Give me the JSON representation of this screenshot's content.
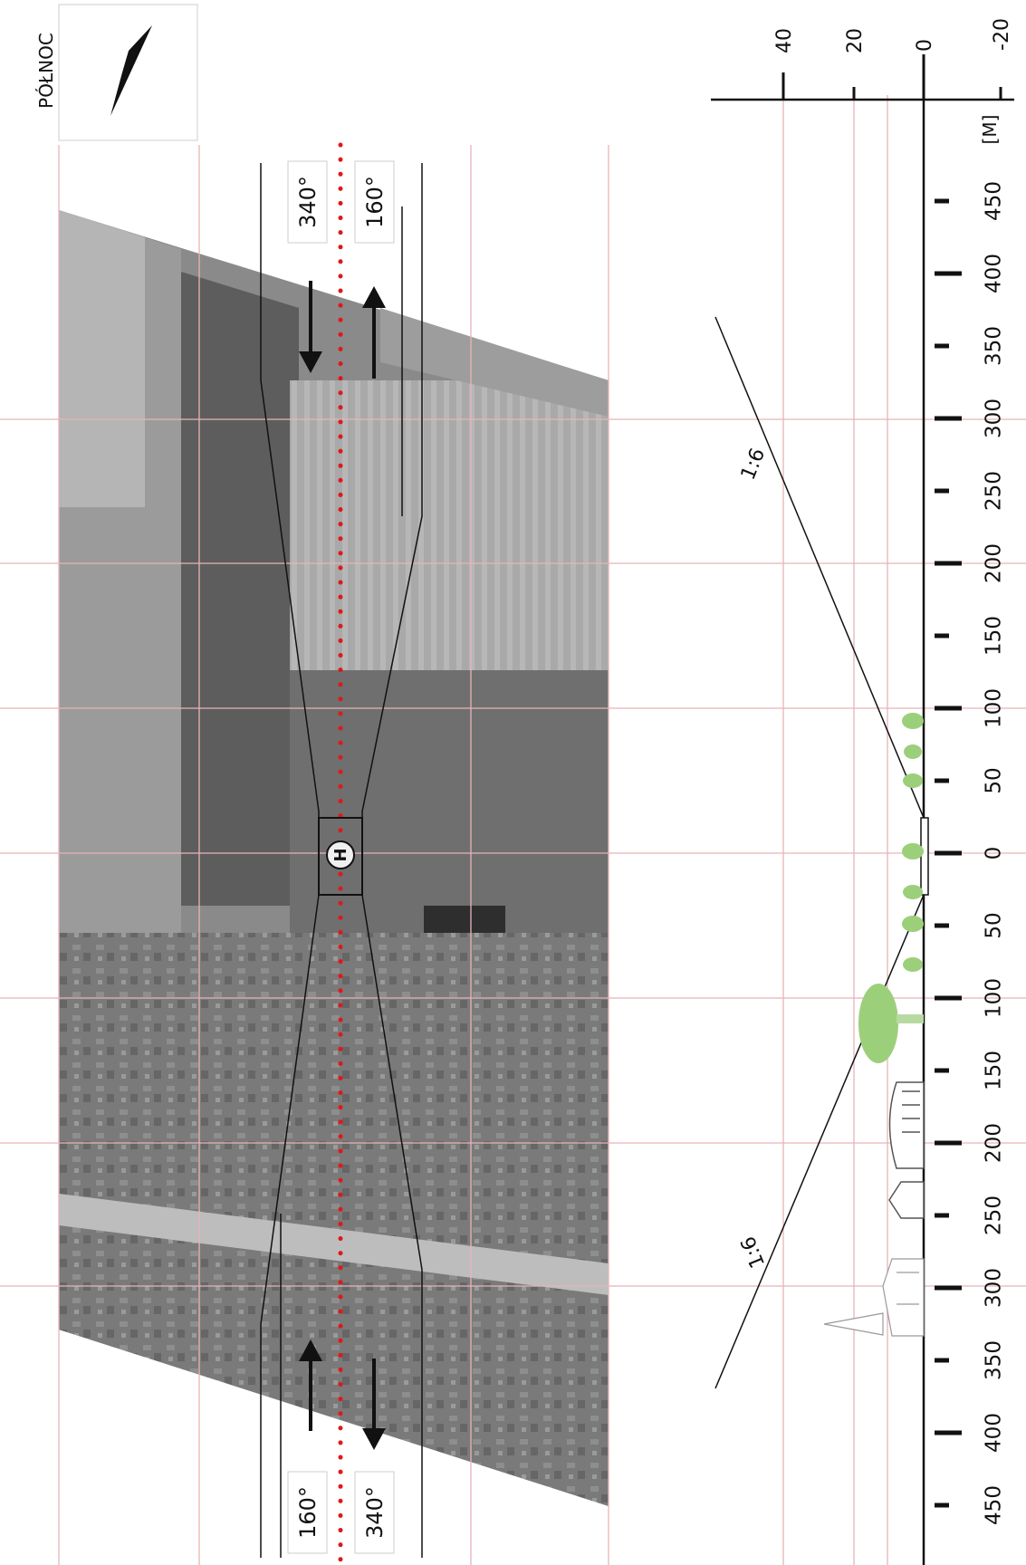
{
  "north_label": "PÓŁNOC",
  "unit_label": "[M]",
  "height_ticks": [
    "40",
    "20",
    "0",
    "-20"
  ],
  "distance_ticks": [
    "450",
    "400",
    "350",
    "300",
    "250",
    "200",
    "150",
    "100",
    "50",
    "0",
    "50",
    "100",
    "150",
    "200",
    "250",
    "300",
    "350",
    "400",
    "450"
  ],
  "bearings": {
    "top_left": "340°",
    "top_right": "160°",
    "bottom_left": "160°",
    "bottom_right": "340°"
  },
  "slope_labels": [
    "1:6",
    "1:6"
  ],
  "helipad_symbol": "H",
  "colors": {
    "grid": "#e8b4b8",
    "centerline": "#e01818",
    "ink": "#111111",
    "tree": "#9ccf7a"
  },
  "icons": [
    "north-arrow-icon",
    "helipad-icon",
    "tree-icon",
    "building-icon",
    "church-icon"
  ]
}
